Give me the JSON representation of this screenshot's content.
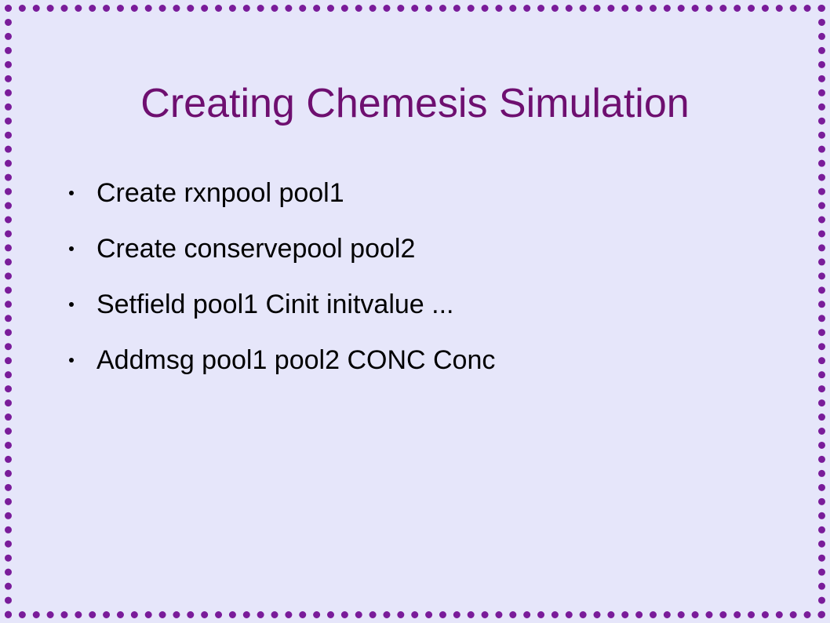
{
  "slide": {
    "title": "Creating Chemesis Simulation",
    "bullets": [
      {
        "text": "Create rxnpool pool1"
      },
      {
        "text": "Create conservepool pool2"
      },
      {
        "text": "Setfield pool1 Cinit initvalue ..."
      },
      {
        "text": "Addmsg pool1 pool2 CONC Conc"
      }
    ]
  },
  "colors": {
    "background": "#e6e6fa",
    "border": "#7a1c9a",
    "title": "#6e0f70",
    "text": "#000000"
  }
}
